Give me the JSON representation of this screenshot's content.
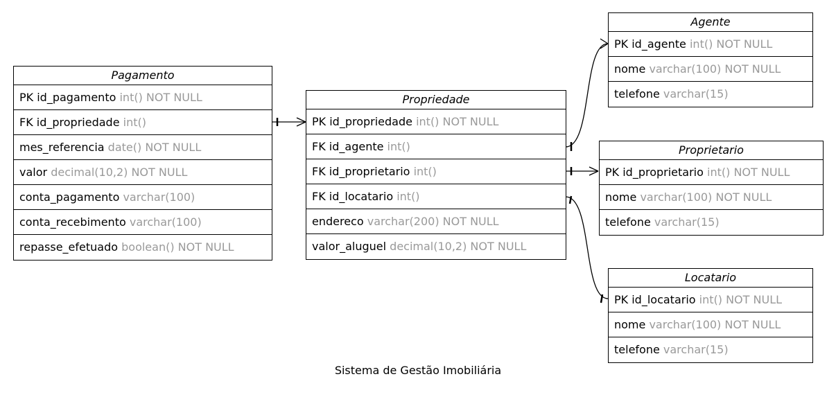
{
  "caption": "Sistema de Gestão Imobiliária",
  "colors": {
    "line": "#000000",
    "type_text": "#999999",
    "background": "#ffffff"
  },
  "entities": {
    "pagamento": {
      "title": "Pagamento",
      "rows": [
        {
          "name": "PK id_pagamento",
          "type": "int() NOT NULL"
        },
        {
          "name": "FK id_propriedade",
          "type": "int()"
        },
        {
          "name": "mes_referencia",
          "type": "date() NOT NULL"
        },
        {
          "name": "valor",
          "type": "decimal(10,2) NOT NULL"
        },
        {
          "name": "conta_pagamento",
          "type": "varchar(100)"
        },
        {
          "name": "conta_recebimento",
          "type": "varchar(100)"
        },
        {
          "name": "repasse_efetuado",
          "type": "boolean() NOT NULL"
        }
      ]
    },
    "propriedade": {
      "title": "Propriedade",
      "rows": [
        {
          "name": "PK id_propriedade",
          "type": "int() NOT NULL"
        },
        {
          "name": "FK id_agente",
          "type": "int()"
        },
        {
          "name": "FK id_proprietario",
          "type": "int()"
        },
        {
          "name": "FK id_locatario",
          "type": "int()"
        },
        {
          "name": "endereco",
          "type": "varchar(200) NOT NULL"
        },
        {
          "name": "valor_aluguel",
          "type": "decimal(10,2) NOT NULL"
        }
      ]
    },
    "agente": {
      "title": "Agente",
      "rows": [
        {
          "name": "PK id_agente",
          "type": "int() NOT NULL"
        },
        {
          "name": "nome",
          "type": "varchar(100) NOT NULL"
        },
        {
          "name": "telefone",
          "type": "varchar(15)"
        }
      ]
    },
    "proprietario": {
      "title": "Proprietario",
      "rows": [
        {
          "name": "PK id_proprietario",
          "type": "int() NOT NULL"
        },
        {
          "name": "nome",
          "type": "varchar(100) NOT NULL"
        },
        {
          "name": "telefone",
          "type": "varchar(15)"
        }
      ]
    },
    "locatario": {
      "title": "Locatario",
      "rows": [
        {
          "name": "PK id_locatario",
          "type": "int() NOT NULL"
        },
        {
          "name": "nome",
          "type": "varchar(100) NOT NULL"
        },
        {
          "name": "telefone",
          "type": "varchar(15)"
        }
      ]
    }
  },
  "relationships": [
    {
      "from": "pagamento.FK id_propriedade",
      "to": "propriedade.PK id_propriedade",
      "from_end": "one",
      "to_end": "many"
    },
    {
      "from": "propriedade.FK id_agente",
      "to": "agente.PK id_agente",
      "from_end": "one",
      "to_end": "many"
    },
    {
      "from": "propriedade.FK id_proprietario",
      "to": "proprietario.PK id_proprietario",
      "from_end": "one",
      "to_end": "many"
    },
    {
      "from": "propriedade.FK id_locatario",
      "to": "locatario.PK id_locatario",
      "from_end": "one",
      "to_end": "one"
    }
  ]
}
